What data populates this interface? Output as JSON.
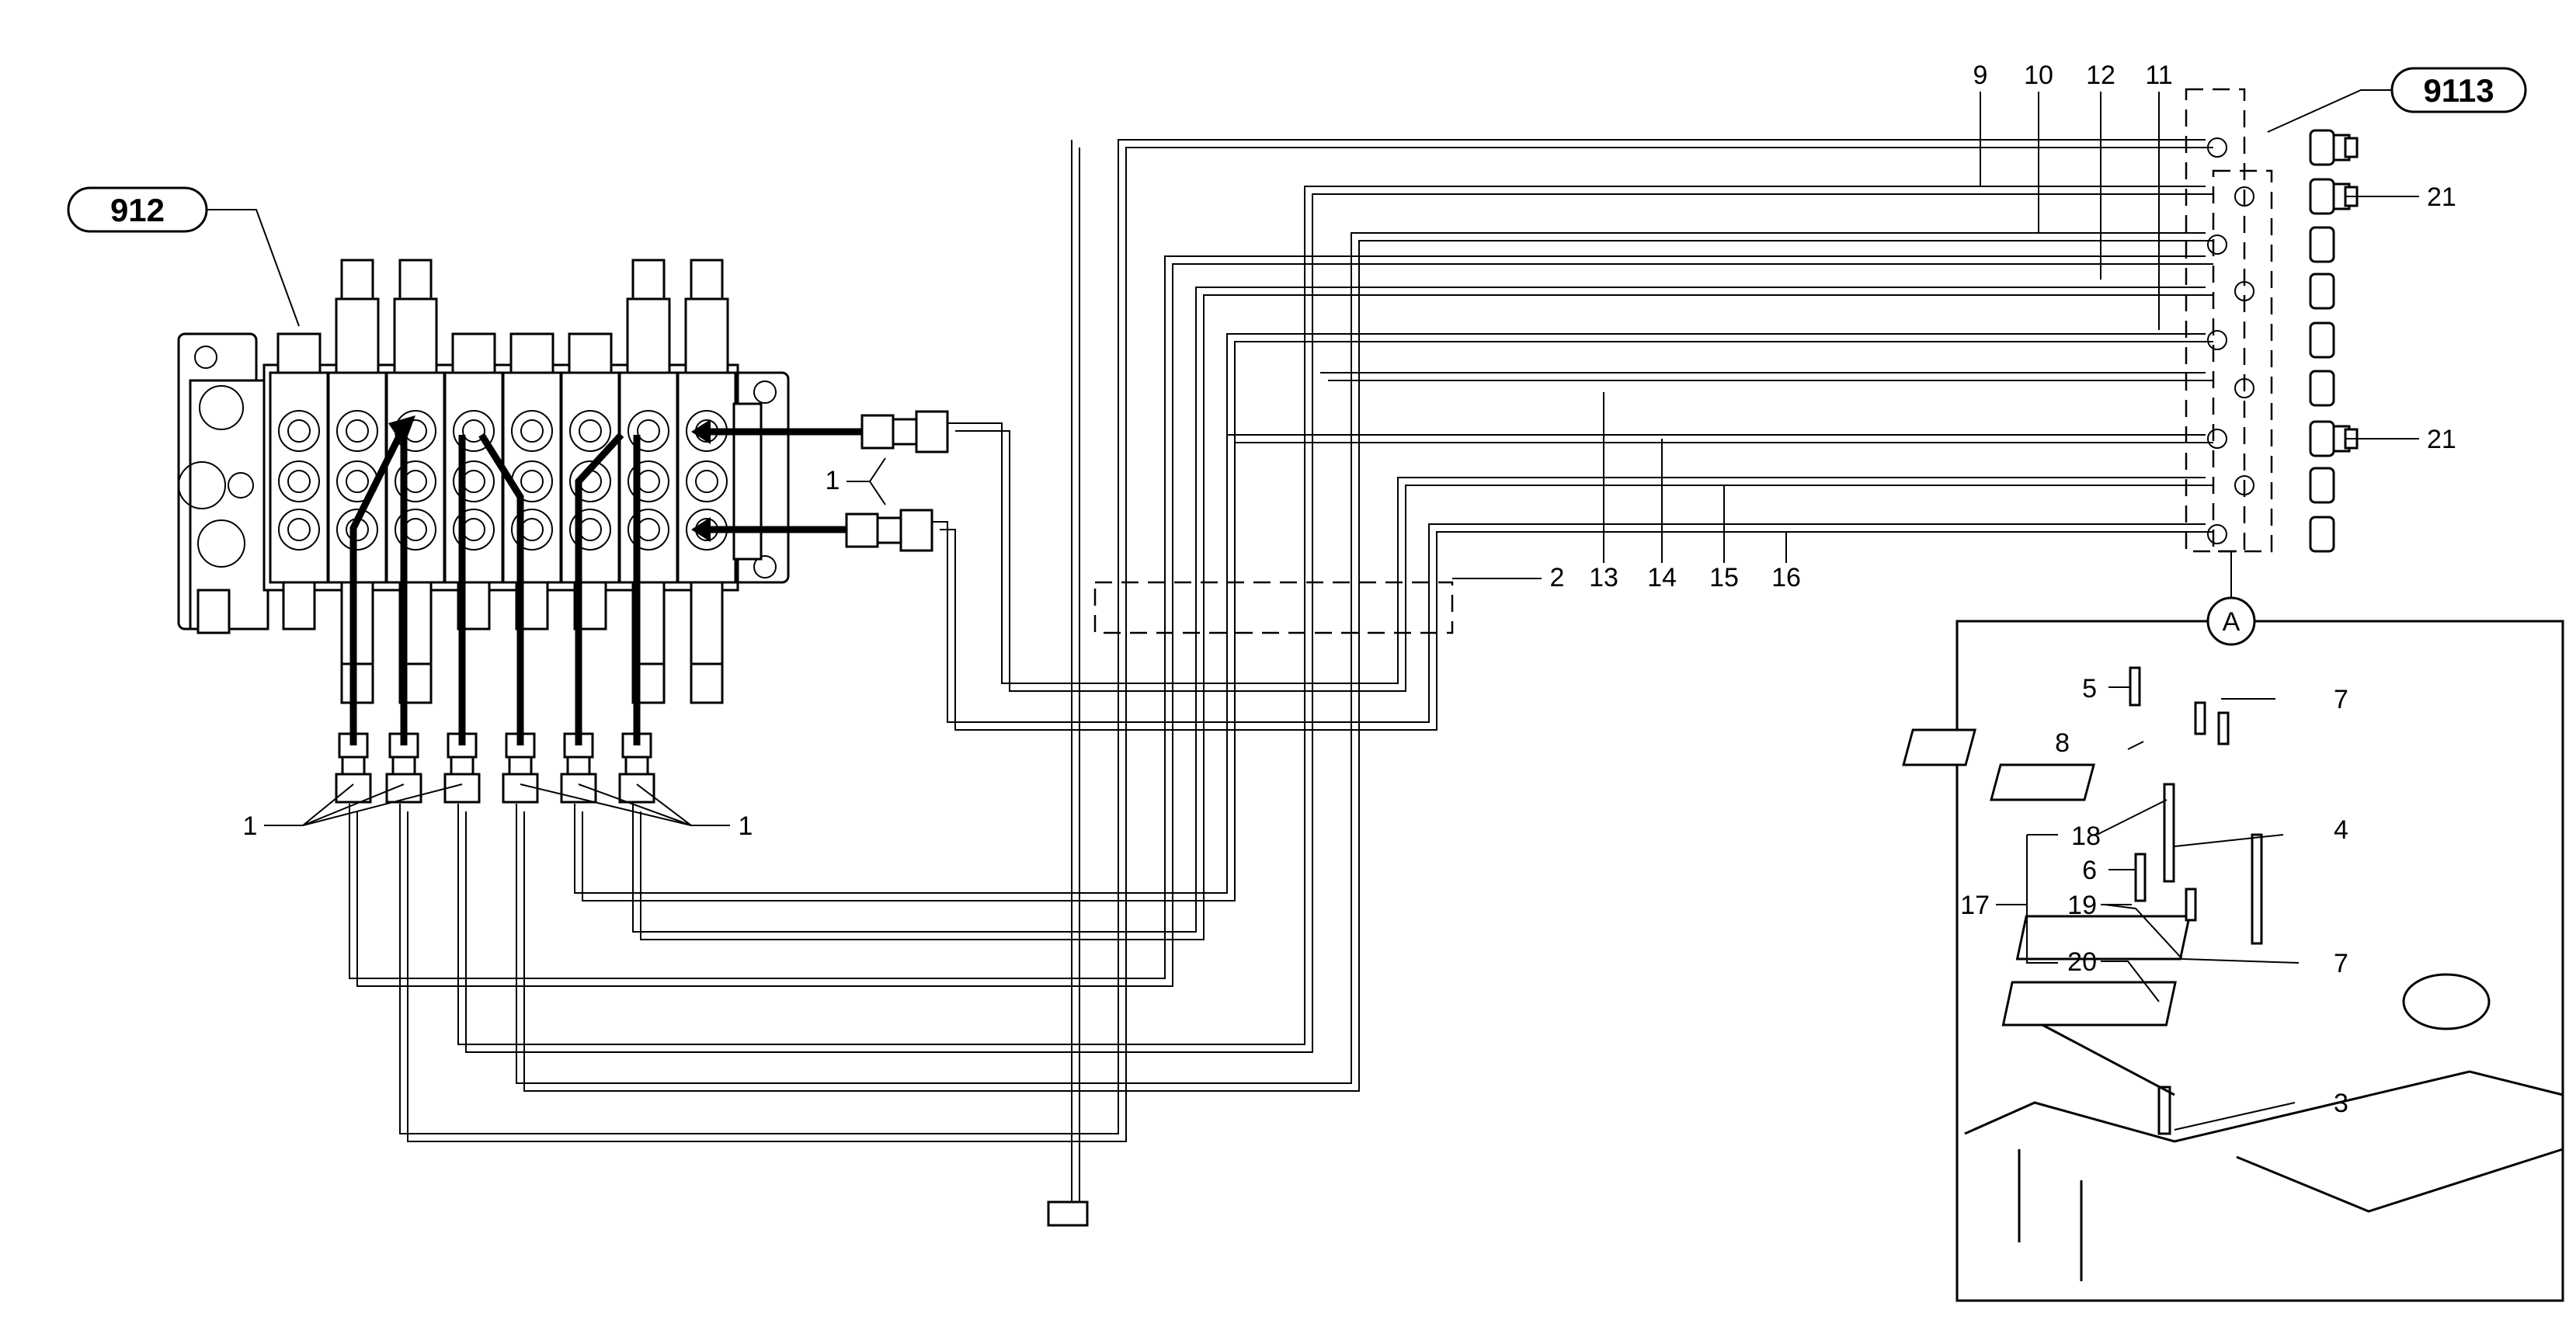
{
  "callouts": {
    "ref_912": "912",
    "ref_9113": "9113",
    "detail_marker": "A"
  },
  "labels": {
    "l1_center": "1",
    "l1_left": "1",
    "l1_right": "1",
    "l2": "2",
    "l9": "9",
    "l10": "10",
    "l11": "11",
    "l12": "12",
    "l13": "13",
    "l14": "14",
    "l15": "15",
    "l16": "16",
    "l21_top": "21",
    "l21_mid": "21"
  },
  "detail_labels": {
    "l3": "3",
    "l4": "4",
    "l5": "5",
    "l6": "6",
    "l7_top": "7",
    "l7_bottom": "7",
    "l8": "8",
    "l17": "17",
    "l18": "18",
    "l19": "19",
    "l20": "20"
  }
}
